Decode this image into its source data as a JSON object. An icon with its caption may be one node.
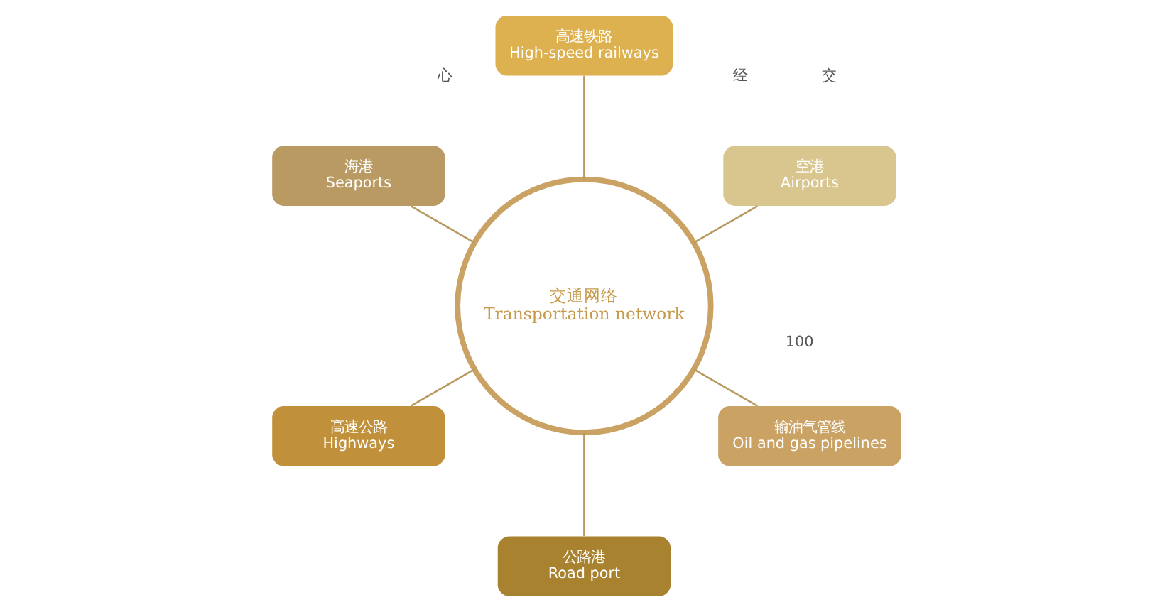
{
  "diagram": {
    "nodes": [
      {
        "text": [
          "交通网络",
          "Transportation network"
        ]
      },
      {
        "text": [
          "空港",
          "Airports"
        ]
      },
      {
        "text": [
          "高速铁路",
          "High-speed railways"
        ]
      },
      {
        "text": [
          "海港",
          "Seaports"
        ]
      },
      {
        "text": [
          "高速公路",
          "Highways"
        ]
      },
      {
        "text": [
          "公路港",
          "Road port"
        ]
      },
      {
        "text": [
          "输油气管线",
          "Oil and gas pipelines"
        ]
      }
    ],
    "edges": [
      {
        "from": 0,
        "to": 1,
        "arrow": "none"
      },
      {
        "from": 0,
        "to": 2,
        "arrow": "none"
      },
      {
        "from": 0,
        "to": 3,
        "arrow": "none"
      },
      {
        "from": 0,
        "to": 4,
        "arrow": "none"
      },
      {
        "from": 0,
        "to": 5,
        "arrow": "none"
      },
      {
        "from": 0,
        "to": 6,
        "arrow": "none"
      }
    ],
    "labels": [
      "100",
      "交",
      "经",
      "心"
    ]
  }
}
